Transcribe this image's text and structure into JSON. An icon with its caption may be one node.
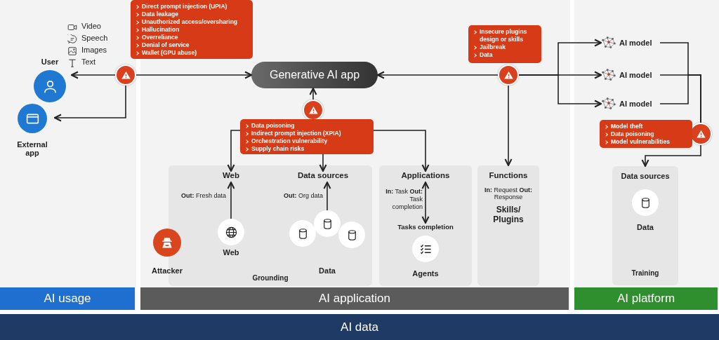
{
  "diagram": {
    "nodes": [
      {
        "text": [
          "AI usage"
        ]
      },
      {
        "text": [
          "User"
        ],
        "in": 0
      },
      {
        "text": [
          "External app"
        ],
        "in": 0
      },
      {
        "text": [],
        "shape": "circle",
        "in": 0
      },
      {
        "text": [
          "Direct prompt injection (UPIA)",
          "Data leakage",
          "Unauthorized access/oversharing",
          "Hallucination",
          "Overreliance",
          "Denial of service",
          "Wallet (GPU abuse)"
        ]
      },
      {
        "text": [
          "AI application"
        ]
      },
      {
        "text": [
          "Generative AI app"
        ],
        "in": 5
      },
      {
        "text": [],
        "shape": "circle",
        "in": 5
      },
      {
        "text": [
          "Data poisoning",
          "Indirect prompt injection (XPIA)",
          "Orchestration vulnerability",
          "Supply chain risks"
        ],
        "in": 5
      },
      {
        "text": [],
        "shape": "circle",
        "in": 5
      },
      {
        "text": [
          "Insecure plugins design or skills",
          "Jailbreak",
          "Data"
        ],
        "in": 5
      },
      {
        "text": [
          "Grounding"
        ],
        "in": 5
      },
      {
        "text": [
          "Web"
        ],
        "in": 11
      },
      {
        "text": [
          "Web"
        ],
        "in": 11
      },
      {
        "text": [
          "Data sources"
        ],
        "in": 11
      },
      {
        "text": [
          "Data"
        ],
        "in": 11
      },
      {
        "text": [
          "Attacker"
        ],
        "in": 5
      },
      {
        "text": [],
        "shape": "box",
        "in": 5
      },
      {
        "text": [
          "Applications"
        ],
        "in": 17
      },
      {
        "text": [
          "Tasks completion"
        ],
        "in": 17
      },
      {
        "text": [
          "Agents"
        ],
        "in": 17
      },
      {
        "text": [
          "Functions",
          "**In:** Request **Out:** Response",
          "Skills/ Plugins"
        ],
        "in": 5
      },
      {
        "text": [
          "AI platform"
        ]
      },
      {
        "text": [
          "AI model"
        ],
        "in": 22
      },
      {
        "text": [
          "AI model"
        ],
        "in": 22
      },
      {
        "text": [
          "AI model"
        ],
        "in": 22
      },
      {
        "text": [],
        "shape": "circle",
        "in": 22
      },
      {
        "text": [
          "Model theft",
          "Data poisoning",
          "Model vulnerabilities"
        ],
        "in": 22
      },
      {
        "text": [
          "Data sources",
          "Training"
        ],
        "in": 22
      },
      {
        "text": [
          "Data"
        ],
        "in": 28
      },
      {
        "text": [
          "AI data"
        ]
      }
    ],
    "edges": [
      {
        "from": 3,
        "to": 1,
        "arrow": "to"
      },
      {
        "from": 3,
        "to": 2,
        "arrow": "to"
      },
      {
        "from": 3,
        "to": 6,
        "arrow": "to"
      },
      {
        "from": 7,
        "to": 6,
        "arrow": "to"
      },
      {
        "from": 8,
        "to": 12,
        "arrow": "to"
      },
      {
        "from": 8,
        "to": 14,
        "arrow": "to"
      },
      {
        "from": 8,
        "to": 18,
        "arrow": "to"
      },
      {
        "from": 9,
        "to": 6,
        "arrow": "to"
      },
      {
        "from": 9,
        "to": 21,
        "arrow": "to"
      },
      {
        "from": 9,
        "to": 23,
        "arrow": "to"
      },
      {
        "from": 9,
        "to": 24,
        "arrow": "to"
      },
      {
        "from": 9,
        "to": 25,
        "arrow": "to"
      },
      {
        "from": 13,
        "to": 12,
        "arrow": "to",
        "label": "**Out:** Fresh data"
      },
      {
        "from": 15,
        "to": 14,
        "arrow": "to",
        "label": "**Out:** Org data"
      },
      {
        "from": 18,
        "to": 19,
        "arrow": "both",
        "label": "**In:** Task **Out:** Task completion"
      },
      {
        "from": 23,
        "to": 26,
        "arrow": "none"
      },
      {
        "from": 24,
        "to": 26,
        "arrow": "none"
      },
      {
        "from": 25,
        "to": 26,
        "arrow": "none"
      },
      {
        "from": 26,
        "to": 28,
        "arrow": "to"
      }
    ],
    "labels": [
      "Video",
      "Speech",
      "Images",
      "Text"
    ]
  }
}
